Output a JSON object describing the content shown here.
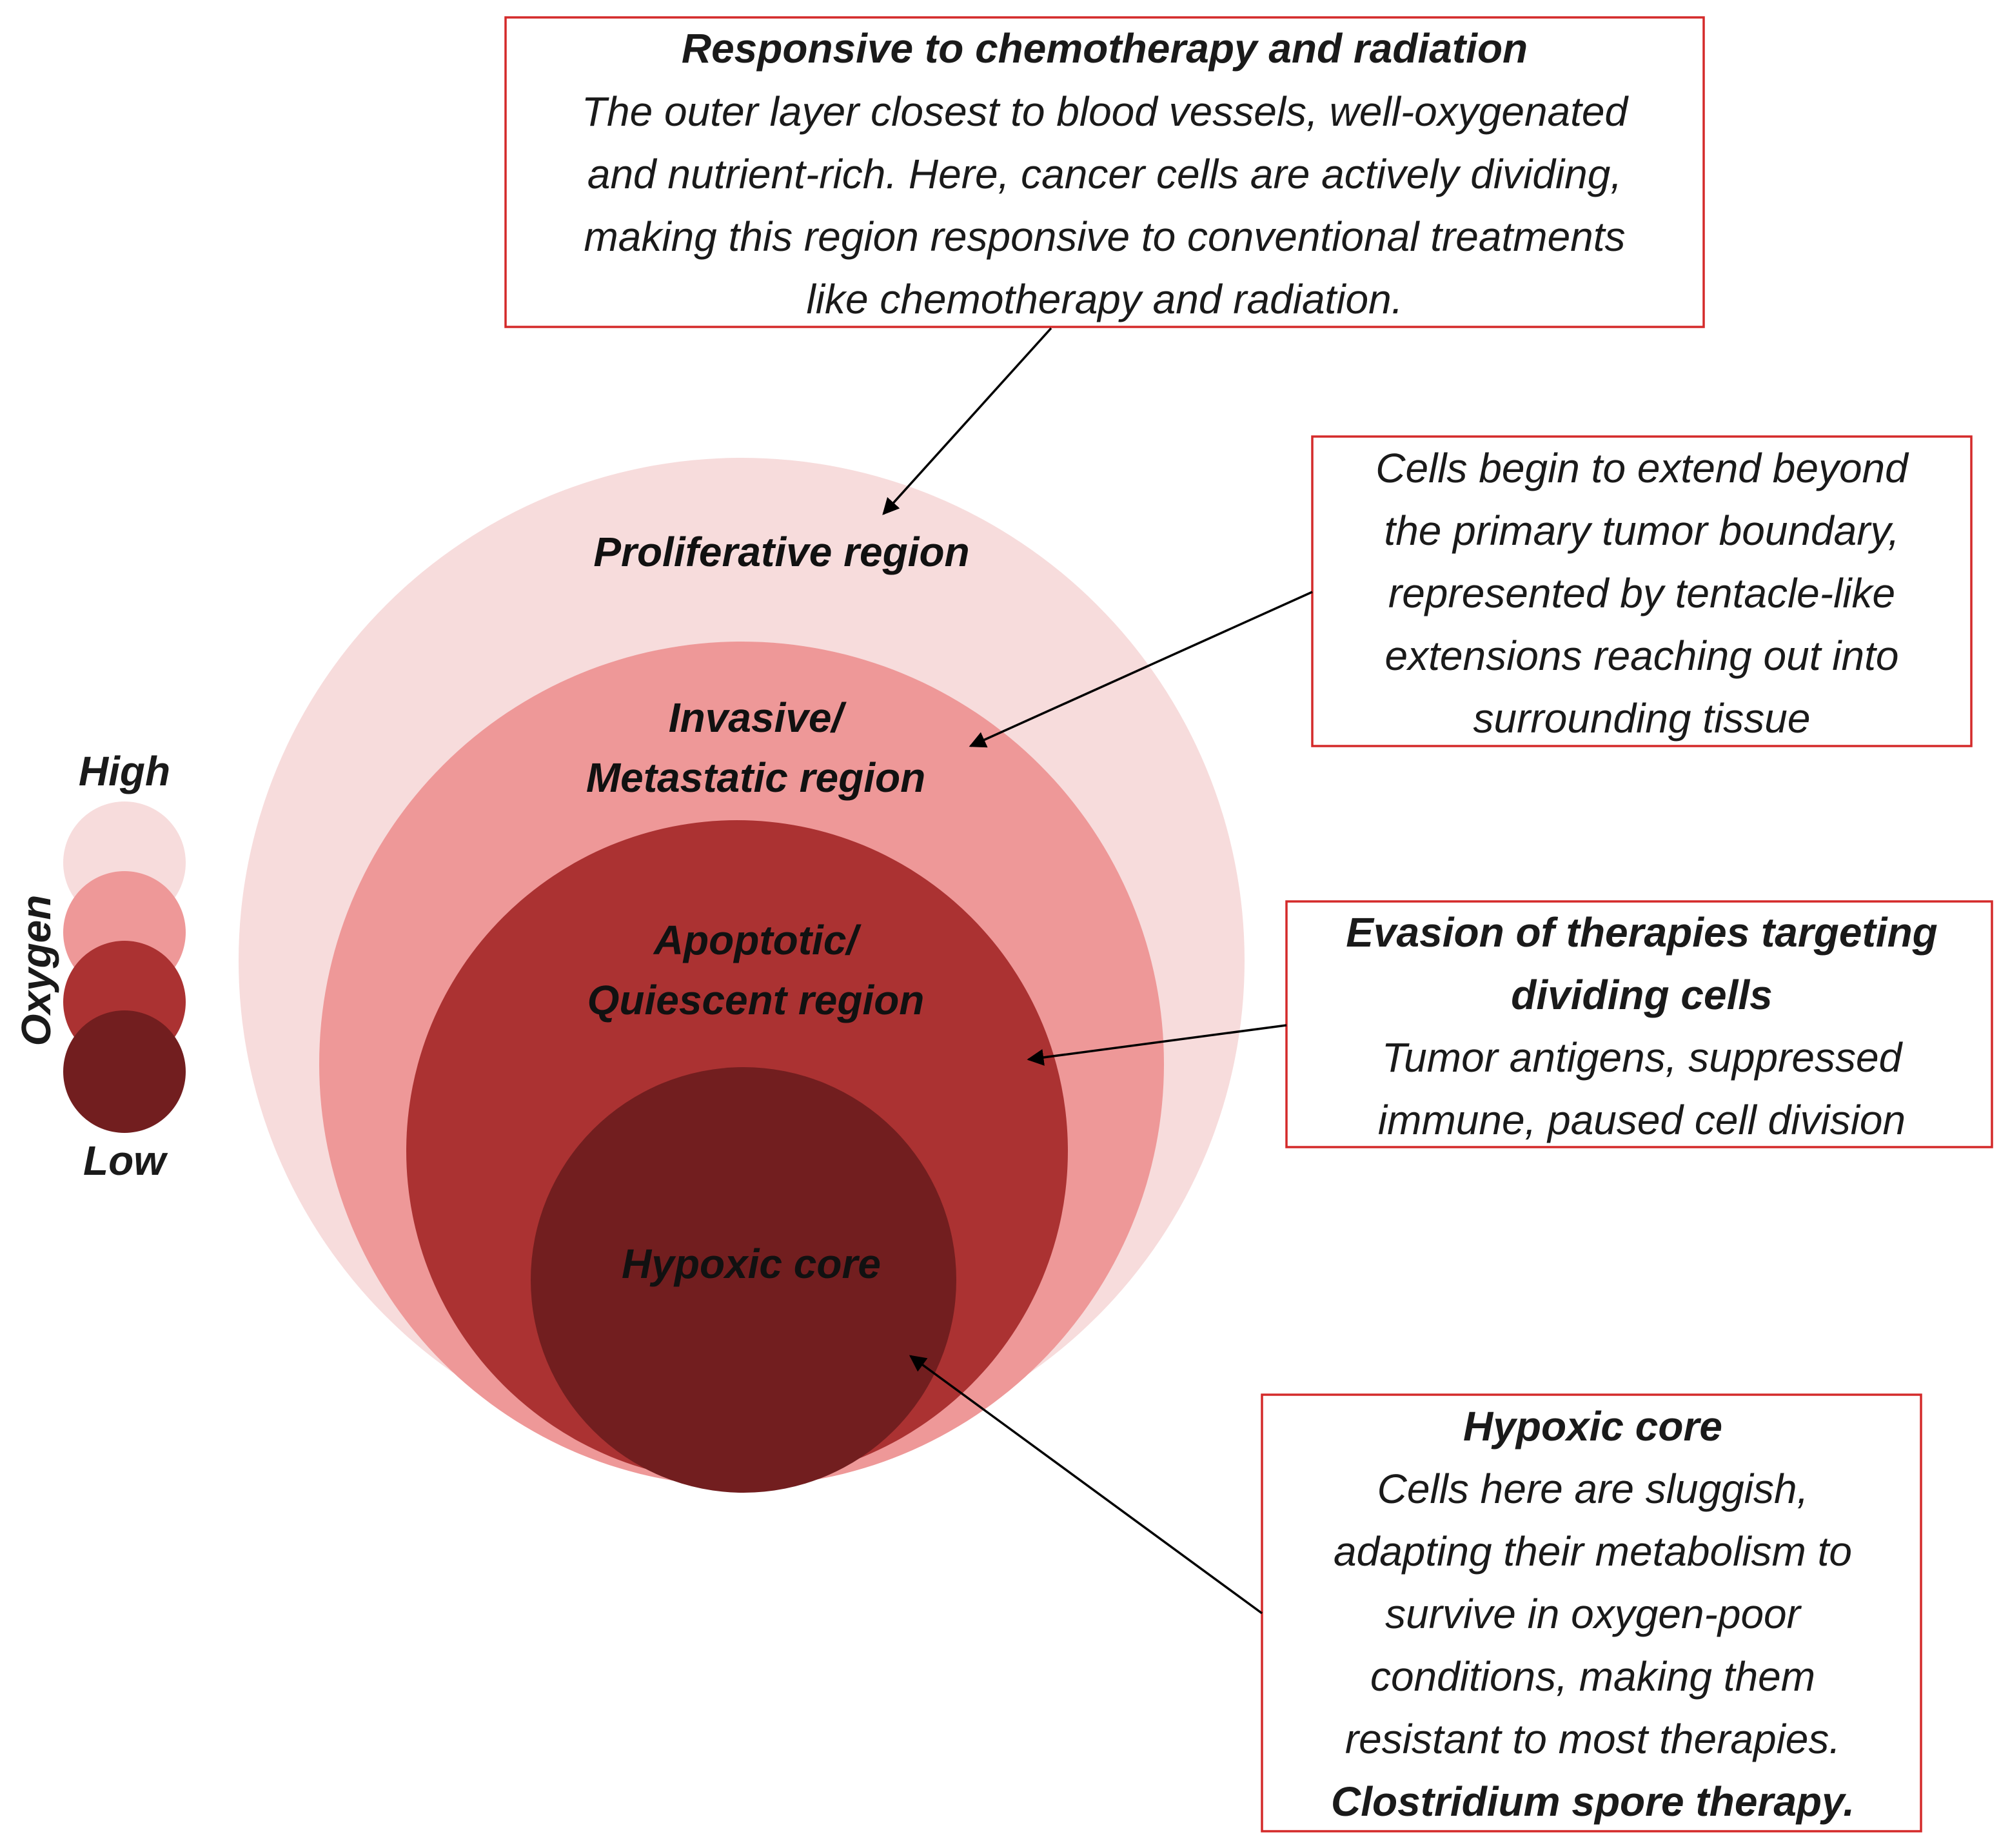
{
  "colors": {
    "proliferative": "#f7dcdc",
    "invasive": "#ee9898",
    "apoptotic": "#ab3232",
    "hypoxic": "#721e1f",
    "box_border": "#d42a2a"
  },
  "legend": {
    "title": "Oxygen",
    "high": "High",
    "low": "Low"
  },
  "regions": {
    "proliferative": "Proliferative region",
    "invasive_line1": "Invasive/",
    "invasive_line2": "Metastatic region",
    "apoptotic_line1": "Apoptotic/",
    "apoptotic_line2": "Quiescent region",
    "hypoxic": "Hypoxic core"
  },
  "callouts": {
    "top": {
      "heading": "Responsive to chemotherapy and radiation",
      "lines": [
        "The outer layer closest to blood vessels, well-oxygenated",
        "and nutrient-rich. Here, cancer cells are actively dividing,",
        "making this region responsive to conventional treatments",
        "like chemotherapy and radiation."
      ]
    },
    "invasive": {
      "lines": [
        "Cells begin to extend beyond",
        "the primary tumor boundary,",
        "represented by tentacle-like",
        "extensions reaching out into",
        "surrounding tissue"
      ]
    },
    "evasion": {
      "heading_line1": "Evasion of therapies targeting",
      "heading_line2": "dividing cells",
      "lines": [
        "Tumor antigens, suppressed",
        "immune, paused cell division"
      ]
    },
    "hypoxic": {
      "heading": "Hypoxic core",
      "lines": [
        "Cells here are sluggish,",
        "adapting their metabolism to",
        "survive in oxygen-poor",
        "conditions, making them",
        "resistant to most therapies."
      ],
      "footer": "Clostridium spore therapy."
    }
  }
}
